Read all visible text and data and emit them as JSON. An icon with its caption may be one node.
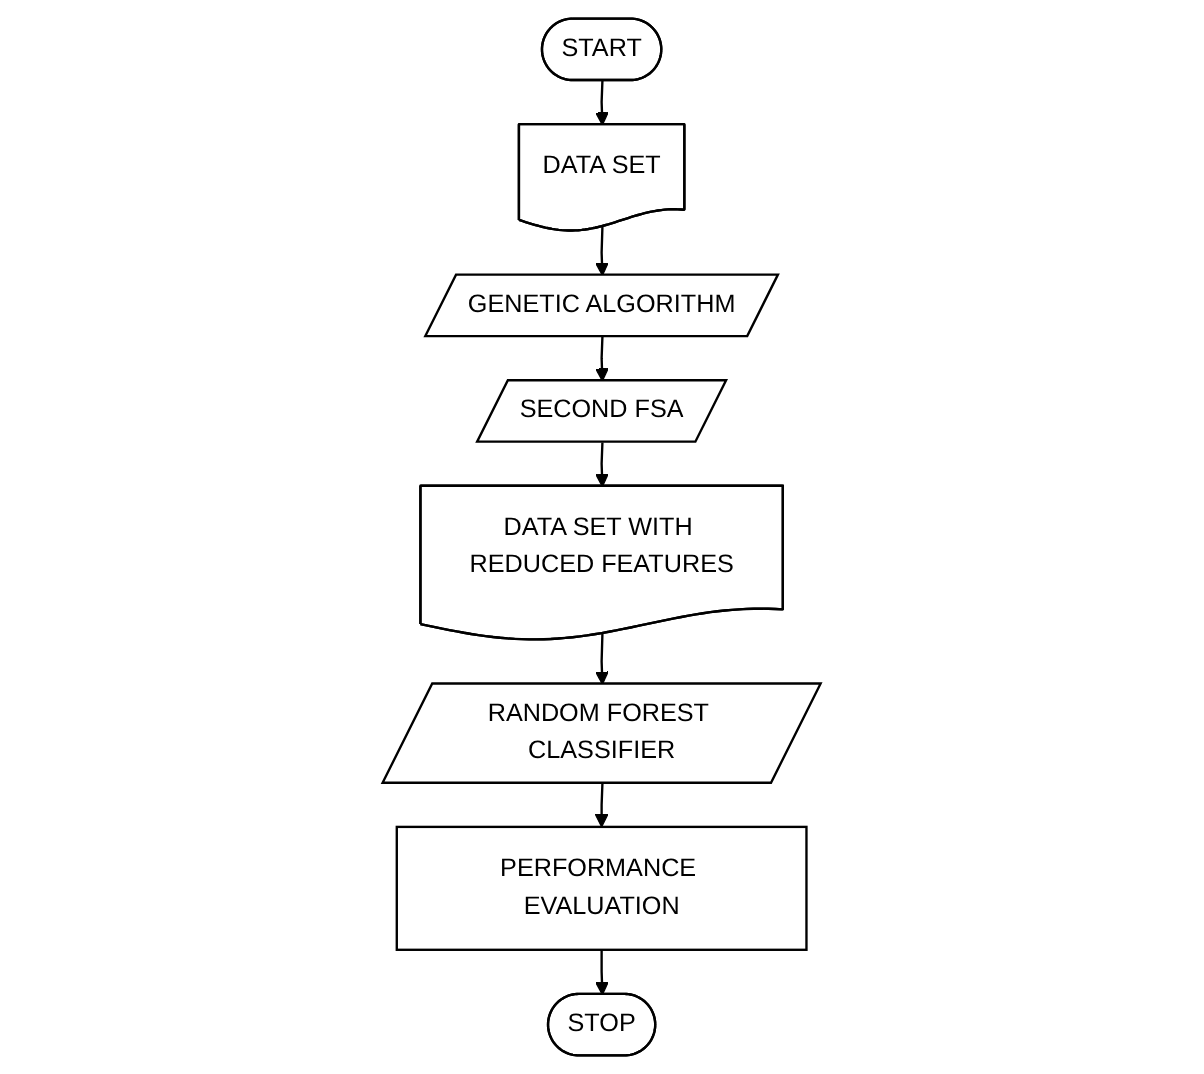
{
  "diagram": {
    "nodes": [
      {
        "text": [
          "START"
        ]
      },
      {
        "text": [
          "DATA SET"
        ]
      },
      {
        "text": [
          "GENETIC ALGORITHM"
        ]
      },
      {
        "text": [
          "SECOND FSA"
        ]
      },
      {
        "text": [
          "DATA SET WITH REDUCED FEATURES"
        ]
      },
      {
        "text": [
          "RANDOM FOREST CLASSIFIER"
        ]
      },
      {
        "text": [
          "PERFORMANCE EVALUATION"
        ]
      },
      {
        "text": [
          "STOP"
        ]
      }
    ],
    "edges": [
      {
        "from": 0,
        "to": 1,
        "arrow": "to"
      },
      {
        "from": 1,
        "to": 2,
        "arrow": "to"
      },
      {
        "from": 2,
        "to": 3,
        "arrow": "to"
      },
      {
        "from": 3,
        "to": 4,
        "arrow": "to"
      },
      {
        "from": 4,
        "to": 5,
        "arrow": "to"
      },
      {
        "from": 5,
        "to": 6,
        "arrow": "to"
      },
      {
        "from": 6,
        "to": 7,
        "arrow": "to"
      }
    ]
  }
}
